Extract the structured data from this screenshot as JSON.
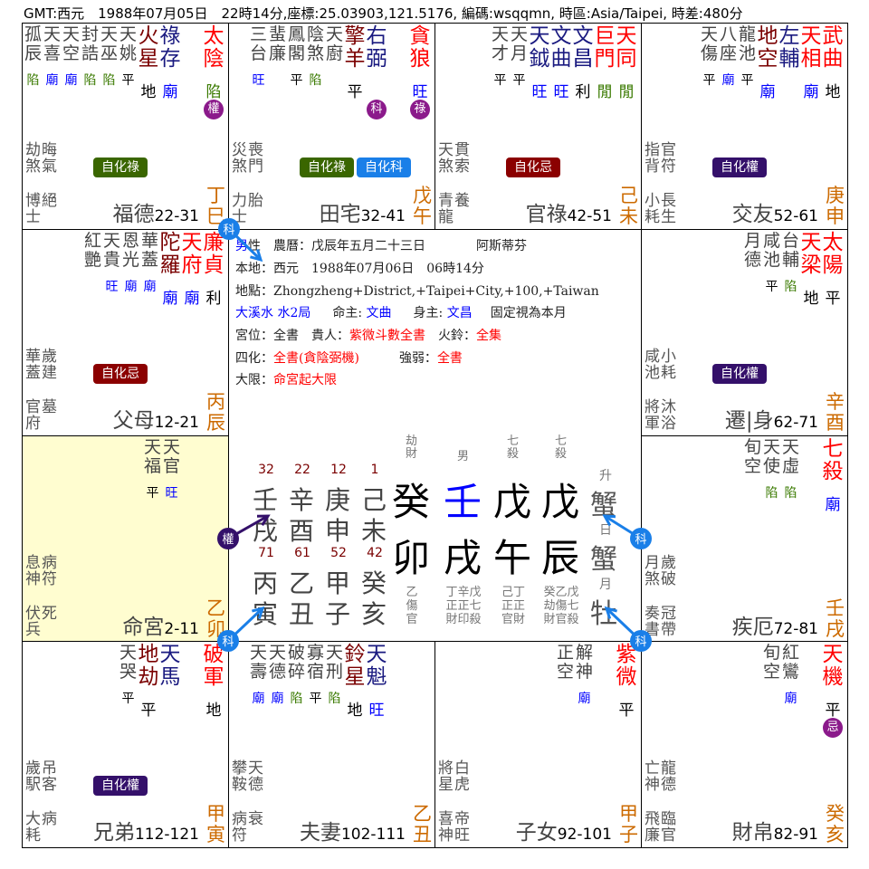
{
  "header": "GMT:西元　1988年07月05日　22時14分,座標:25.03903,121.5176, 編碼:wsqqmn, 時區:Asia/Taipei, 時差:480分",
  "colors": {
    "major": "#ff0000",
    "malefic": "#7a0000",
    "auspicious": "#1a1a80",
    "minor": "#444444",
    "bright_blue": "#0000ff",
    "bright_green": "#3a7a00",
    "orange": "#cc6a00",
    "ming_bg": "#fffdd0"
  },
  "tag_colors": {
    "自化祿": "#3a6600",
    "自化科": "#1a7fe8",
    "自化忌": "#8b0000",
    "自化權": "#34106a"
  },
  "palaces": [
    {
      "id": "fude",
      "name": "福德",
      "age": "22-31",
      "sb": "丁巳",
      "row": 0,
      "col": 0,
      "minor": [
        [
          "孤辰",
          "陷"
        ],
        [
          "天喜",
          "廟"
        ],
        [
          "天空",
          "廟"
        ],
        [
          "封誥",
          "陷"
        ],
        [
          "天巫",
          "陷"
        ],
        [
          "天姚",
          "平"
        ]
      ],
      "aux": [
        [
          "火星",
          "地",
          "malefic"
        ],
        [
          "祿存",
          "廟",
          "auspicious"
        ]
      ],
      "main": [
        [
          "太陰",
          "陷",
          "major",
          "權"
        ]
      ],
      "tags": [
        "自化祿"
      ],
      "gods1": [
        "劫煞",
        "晦氣"
      ],
      "gods2": [
        "博士",
        "絕"
      ]
    },
    {
      "id": "tianzhai",
      "name": "田宅",
      "age": "32-41",
      "sb": "戊午",
      "row": 0,
      "col": 1,
      "minor": [
        [
          "三台",
          "旺"
        ],
        [
          "蜚廉",
          ""
        ],
        [
          "鳳閣",
          "平"
        ],
        [
          "陰煞",
          "陷"
        ],
        [
          "天廚",
          ""
        ]
      ],
      "aux": [
        [
          "擎羊",
          "平",
          "malefic"
        ],
        [
          "右弼",
          "",
          "auspicious",
          "科"
        ]
      ],
      "main": [
        [
          "貪狼",
          "旺",
          "major",
          "祿"
        ]
      ],
      "tags": [
        "自化祿",
        "自化科"
      ],
      "gods1": [
        "災煞",
        "喪門"
      ],
      "gods2": [
        "力士",
        "胎"
      ]
    },
    {
      "id": "guanlu",
      "name": "官祿",
      "age": "42-51",
      "sb": "己未",
      "row": 0,
      "col": 2,
      "minor": [
        [
          "天才",
          "平"
        ],
        [
          "天月",
          "平"
        ]
      ],
      "aux": [
        [
          "天鉞",
          "旺",
          "auspicious"
        ],
        [
          "文曲",
          "旺",
          "auspicious"
        ],
        [
          "文昌",
          "利",
          "auspicious"
        ]
      ],
      "main": [
        [
          "巨門",
          "閒",
          "major"
        ],
        [
          "天同",
          "閒",
          "major"
        ]
      ],
      "tags": [
        "自化忌"
      ],
      "gods1": [
        "天煞",
        "貫索"
      ],
      "gods2": [
        "青龍",
        "養"
      ]
    },
    {
      "id": "jiaoyou",
      "name": "交友",
      "age": "52-61",
      "sb": "庚申",
      "row": 0,
      "col": 3,
      "minor": [
        [
          "天傷",
          "平"
        ],
        [
          "八座",
          "廟"
        ],
        [
          "龍池",
          "平"
        ]
      ],
      "aux": [
        [
          "地空",
          "廟",
          "malefic"
        ],
        [
          "左輔",
          "",
          "auspicious"
        ]
      ],
      "main": [
        [
          "天相",
          "廟",
          "major"
        ],
        [
          "武曲",
          "地",
          "major"
        ]
      ],
      "tags": [
        "自化權"
      ],
      "gods1": [
        "指背",
        "官符"
      ],
      "gods2": [
        "小耗",
        "長生"
      ]
    },
    {
      "id": "fumu",
      "name": "父母",
      "age": "12-21",
      "sb": "丙辰",
      "row": 1,
      "col": 0,
      "minor": [
        [
          "紅艷",
          ""
        ],
        [
          "天貴",
          "旺"
        ],
        [
          "恩光",
          "廟"
        ],
        [
          "華蓋",
          "廟"
        ]
      ],
      "aux": [
        [
          "陀羅",
          "廟",
          "malefic"
        ]
      ],
      "main": [
        [
          "天府",
          "廟",
          "major"
        ],
        [
          "廉貞",
          "利",
          "major"
        ]
      ],
      "tags": [
        "自化忌"
      ],
      "gods1": [
        "華蓋",
        "歲建"
      ],
      "gods2": [
        "官府",
        "墓"
      ]
    },
    {
      "id": "qianyi",
      "name": "遷|身",
      "age": "62-71",
      "sb": "辛酉",
      "row": 1,
      "col": 3,
      "minor": [
        [
          "月德",
          ""
        ],
        [
          "咸池",
          "平"
        ],
        [
          "台輔",
          "陷"
        ]
      ],
      "aux": [],
      "main": [
        [
          "天梁",
          "地",
          "major"
        ],
        [
          "太陽",
          "平",
          "major"
        ]
      ],
      "tags": [
        "自化權"
      ],
      "gods1": [
        "咸池",
        "小耗"
      ],
      "gods2": [
        "將軍",
        "沐浴"
      ]
    },
    {
      "id": "minggong",
      "name": "命宮",
      "age": "2-11",
      "sb": "乙卯",
      "row": 2,
      "col": 0,
      "ming": true,
      "minor": [
        [
          "天福",
          "平"
        ],
        [
          "天官",
          "旺"
        ]
      ],
      "aux": [],
      "main": [],
      "tags": [],
      "gods1": [
        "息神",
        "病符"
      ],
      "gods2": [
        "伏兵",
        "死"
      ]
    },
    {
      "id": "jie",
      "name": "疾厄",
      "age": "72-81",
      "sb": "壬戌",
      "row": 2,
      "col": 3,
      "minor": [
        [
          "旬空",
          ""
        ],
        [
          "天使",
          "陷"
        ],
        [
          "天虛",
          "陷"
        ]
      ],
      "aux": [],
      "main": [
        [
          "七殺",
          "廟",
          "major"
        ]
      ],
      "tags": [],
      "gods1": [
        "月煞",
        "歲破"
      ],
      "gods2": [
        "奏書",
        "冠帶"
      ]
    },
    {
      "id": "xiongdi",
      "name": "兄弟",
      "age": "112-121",
      "sb": "甲寅",
      "row": 3,
      "col": 0,
      "minor": [
        [
          "天哭",
          "平"
        ]
      ],
      "aux": [
        [
          "地劫",
          "平",
          "malefic"
        ],
        [
          "天馬",
          "",
          "auspicious"
        ]
      ],
      "main": [
        [
          "破軍",
          "地",
          "major"
        ]
      ],
      "tags": [
        "自化權"
      ],
      "gods1": [
        "歲駅",
        "吊客"
      ],
      "gods2": [
        "大耗",
        "病"
      ]
    },
    {
      "id": "fuqi",
      "name": "夫妻",
      "age": "102-111",
      "sb": "乙丑",
      "row": 3,
      "col": 1,
      "minor": [
        [
          "天壽",
          "廟"
        ],
        [
          "天德",
          "廟"
        ],
        [
          "破碎",
          "陷"
        ],
        [
          "寡宿",
          "平"
        ],
        [
          "天刑",
          "陷"
        ]
      ],
      "aux": [
        [
          "鈴星",
          "地",
          "malefic"
        ],
        [
          "天魁",
          "旺",
          "auspicious"
        ]
      ],
      "main": [],
      "tags": [],
      "gods1": [
        "攀鞍",
        "天德"
      ],
      "gods2": [
        "病符",
        "衰"
      ]
    },
    {
      "id": "zinv",
      "name": "子女",
      "age": "92-101",
      "sb": "甲子",
      "row": 3,
      "col": 2,
      "minor": [
        [
          "正空",
          ""
        ],
        [
          "解神",
          "廟"
        ]
      ],
      "aux": [],
      "main": [
        [
          "紫微",
          "平",
          "major"
        ]
      ],
      "tags": [],
      "gods1": [
        "將星",
        "白虎"
      ],
      "gods2": [
        "喜神",
        "帝旺"
      ]
    },
    {
      "id": "caibo",
      "name": "財帛",
      "age": "82-91",
      "sb": "癸亥",
      "row": 3,
      "col": 3,
      "minor": [
        [
          "旬空",
          ""
        ],
        [
          "紅鸞",
          "廟"
        ]
      ],
      "aux": [],
      "main": [
        [
          "天機",
          "平",
          "major",
          "忌"
        ]
      ],
      "tags": [],
      "gods1": [
        "亡神",
        "龍德"
      ],
      "gods2": [
        "飛廉",
        "臨官"
      ]
    }
  ],
  "center": {
    "l1a": "男",
    "l1b": "性　農曆：戊辰年五月二十三日",
    "l1c": "阿斯蒂芬",
    "l2": "本地：西元　1988年07月06日　06時14分",
    "l3": "地點：Zhongzheng+District,+Taipei+City,+100,+Taiwan",
    "l4a": "大溪水 水2局",
    "l4b": "命主: ",
    "l4c": "文曲",
    "l4d": "身主: ",
    "l4e": "文昌",
    "l4f": "固定視為本月",
    "l5a": "宮位：全書　貴人：",
    "l5b": "紫微斗數全書",
    "l5c": "　火鈴：",
    "l5d": "全集",
    "l6a": "四化：",
    "l6b": "全書(貪陰弼機)",
    "l6c": "強弱：",
    "l6d": "全書",
    "l7a": "大限：",
    "l7b": "命宮起大限"
  },
  "bazi": {
    "pillars": [
      {
        "top": "劫財",
        "stem": "癸",
        "branch": "卯",
        "hidden": [
          "乙",
          "傷",
          "官"
        ]
      },
      {
        "top": "男",
        "stem": "壬",
        "branch": "戌",
        "hidden": [
          "丁辛戊",
          "正正七",
          "財印殺"
        ]
      },
      {
        "top": "七殺",
        "stem": "戊",
        "branch": "午",
        "hidden": [
          "己丁",
          "正正",
          "官財"
        ]
      },
      {
        "top": "七殺",
        "stem": "戊",
        "branch": "辰",
        "hidden": [
          "癸乙戊",
          "劫傷七",
          "財官殺"
        ]
      }
    ],
    "dayun_upper": [
      {
        "age": "32",
        "stem": "壬",
        "branch": "戌"
      },
      {
        "age": "22",
        "stem": "辛",
        "branch": "酉"
      },
      {
        "age": "12",
        "stem": "庚",
        "branch": "申"
      },
      {
        "age": "1",
        "stem": "己",
        "branch": "未"
      }
    ],
    "dayun_lower": [
      {
        "age": "71",
        "stem": "丙",
        "branch": "寅"
      },
      {
        "age": "61",
        "stem": "乙",
        "branch": "丑"
      },
      {
        "age": "52",
        "stem": "甲",
        "branch": "子"
      },
      {
        "age": "42",
        "stem": "癸",
        "branch": "亥"
      }
    ],
    "signs": [
      {
        "label": "升",
        "sign": "蟹"
      },
      {
        "label": "日",
        "sign": "蟹"
      },
      {
        "label": "月",
        "sign": "牡"
      }
    ]
  },
  "flying": [
    {
      "label": "科",
      "color": "#1a7fe8"
    },
    {
      "label": "權",
      "color": "#34106a"
    },
    {
      "label": "科",
      "color": "#1a7fe8"
    },
    {
      "label": "科",
      "color": "#1a7fe8"
    },
    {
      "label": "科",
      "color": "#1a7fe8"
    }
  ]
}
